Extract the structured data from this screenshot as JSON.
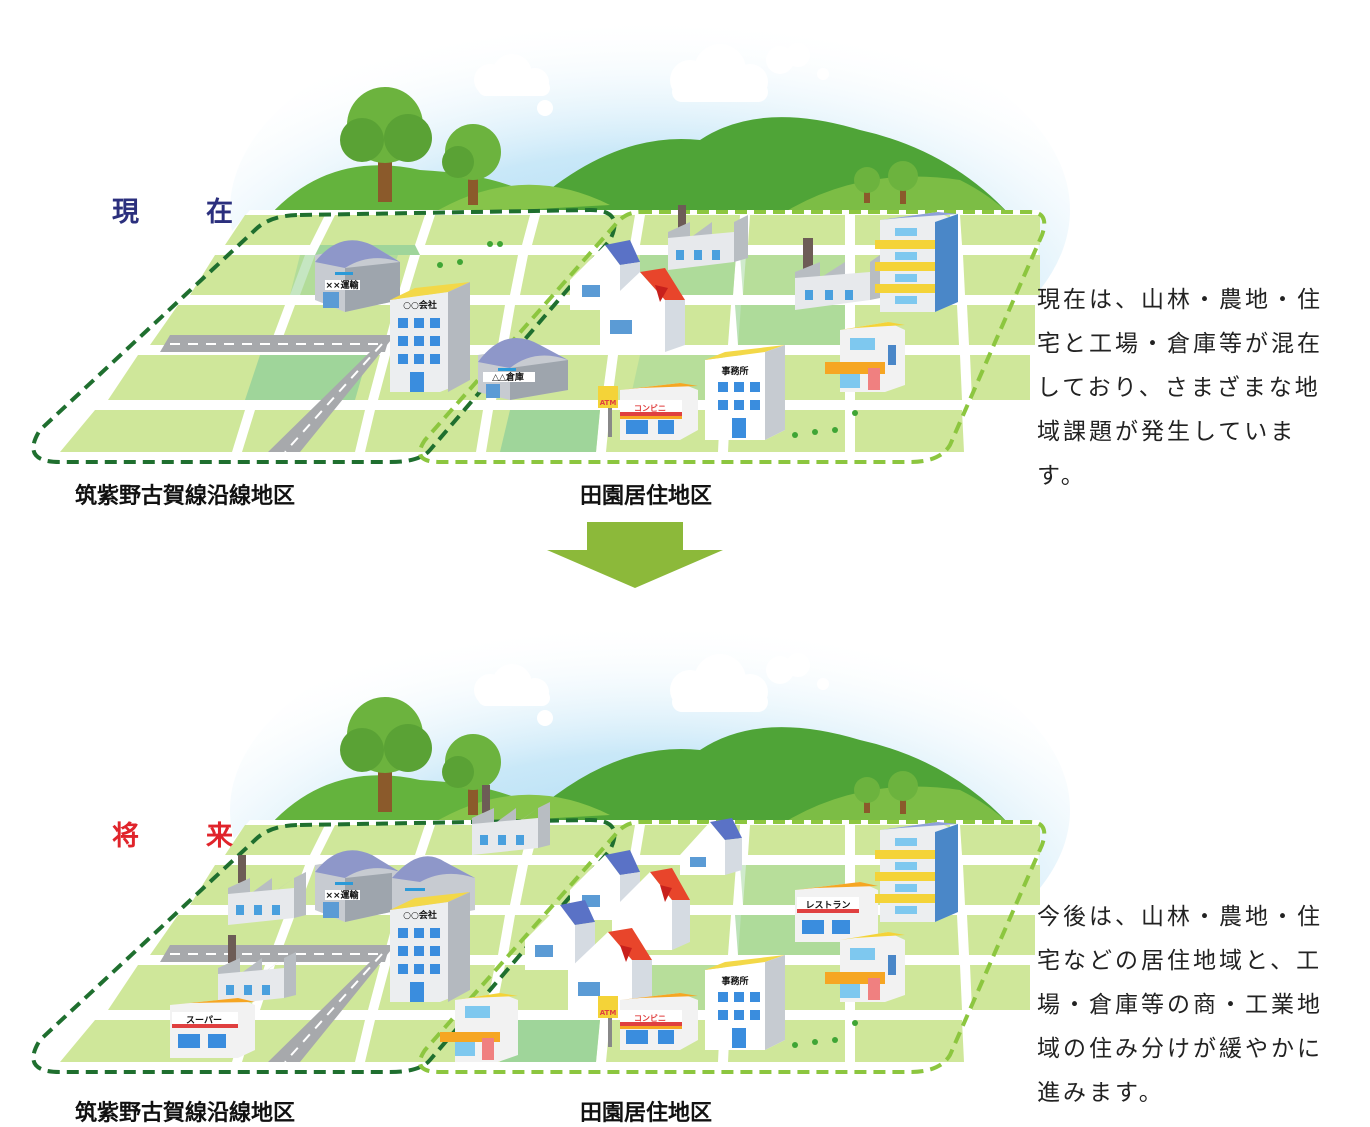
{
  "colors": {
    "current_label": "#2b2f7d",
    "future_label": "#e0242b",
    "dashed_left": "#1f6f2f",
    "dashed_right": "#8cc63f",
    "arrow": "#8cb93a",
    "grass": "#cfe79a",
    "field": "#9fd59a",
    "sky": "#9fd3f0"
  },
  "current": {
    "label": "現　在",
    "district_left": "筑紫野古賀線沿線地区",
    "district_right": "田園居住地区",
    "description": "現在は、山林・農地・住宅と工場・倉庫等が混在しており、さまざまな地域課題が発生しています。",
    "buildings": {
      "transport": "××運輸",
      "company": "○○会社",
      "warehouse": "△△倉庫",
      "office": "事務所",
      "convenience": "コンビニ",
      "atm": "ATM"
    }
  },
  "future": {
    "label": "将　来",
    "district_left": "筑紫野古賀線沿線地区",
    "district_right": "田園居住地区",
    "description": "今後は、山林・農地・住宅などの居住地域と、工場・倉庫等の商・工業地域の住み分けが緩やかに進みます。",
    "buildings": {
      "transport": "××運輸",
      "company": "○○会社",
      "office": "事務所",
      "convenience": "コンビニ",
      "atm": "ATM",
      "restaurant": "レストラン",
      "supermarket": "スーパー"
    }
  }
}
